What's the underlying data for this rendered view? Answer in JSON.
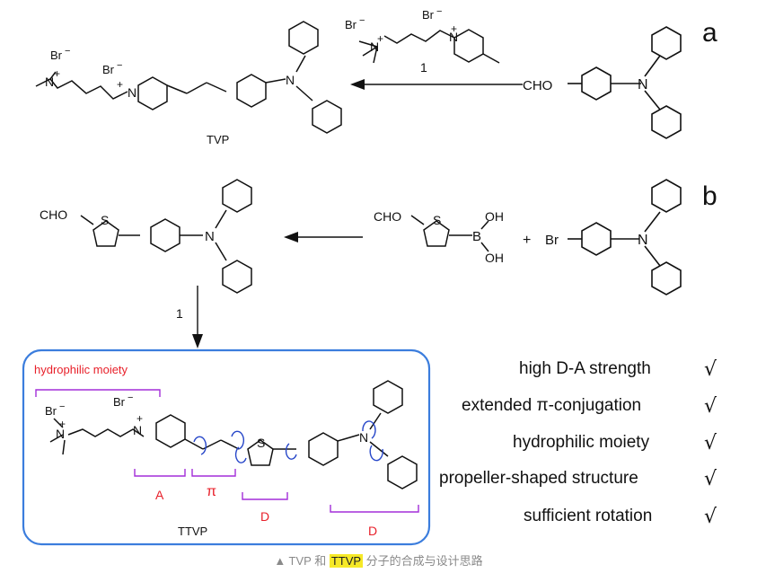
{
  "panels": {
    "a": "a",
    "b": "b"
  },
  "labels": {
    "bromide": "Br",
    "bromide_minus": "−",
    "plus": "+",
    "nitrogen": "N",
    "sulfur": "S",
    "boron": "B",
    "cho": "CHO",
    "oh": "OH",
    "br_substituent": "Br",
    "plus_sign": "+",
    "reagent_1": "1",
    "tvp": "TVP",
    "ttvp": "TTVP"
  },
  "annotations": {
    "hydrophilic": "hydrophilic moiety",
    "acceptor": "A",
    "pi": "π",
    "donor": "D"
  },
  "features": [
    "high D-A strength",
    "extended π-conjugation",
    "hydrophilic moiety",
    "propeller-shaped structure",
    "sufficient rotation"
  ],
  "colors": {
    "box_border": "#3b7ddd",
    "annotation_red": "#e8202a",
    "bracket_purple": "#a32ed8",
    "arrow_blue": "#2747c9",
    "caption_highlight": "#f6e927"
  },
  "caption": {
    "prefix": "▲ TVP 和 ",
    "highlight": "TTVP",
    "suffix": " 分子的合成与设计思路"
  }
}
